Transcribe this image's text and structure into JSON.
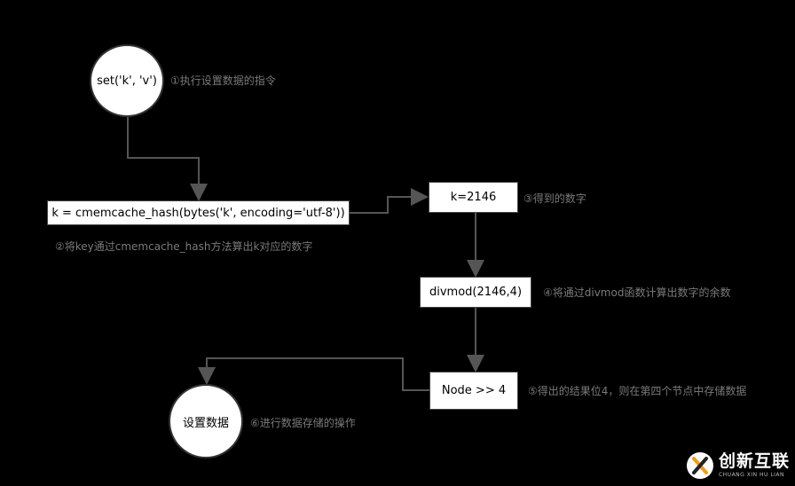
{
  "nodes": {
    "start": "set('k', 'v')",
    "hash": "k = cmemcache_hash(bytes('k', encoding='utf-8'))",
    "k_value": "k=2146",
    "divmod": "divmod(2146,4)",
    "node_result": "Node >> 4",
    "set_data": "设置数据"
  },
  "notes": {
    "step1": "①执行设置数据的指令",
    "step2": "②将key通过cmemcache_hash方法算出k对应的数字",
    "step3": "③得到的数字",
    "step4": "④将通过divmod函数计算出数字的余数",
    "step5": "⑤得出的结果位4，则在第四个节点中存储数据",
    "step6": "⑥进行数据存储的操作"
  },
  "watermark": {
    "name_cn": "创新互联",
    "name_en": "CHUANG XIN HU LIAN"
  },
  "colors": {
    "background": "#000000",
    "node_fill": "#ffffff",
    "connector": "#555555",
    "note_text": "#7a7a7a"
  }
}
